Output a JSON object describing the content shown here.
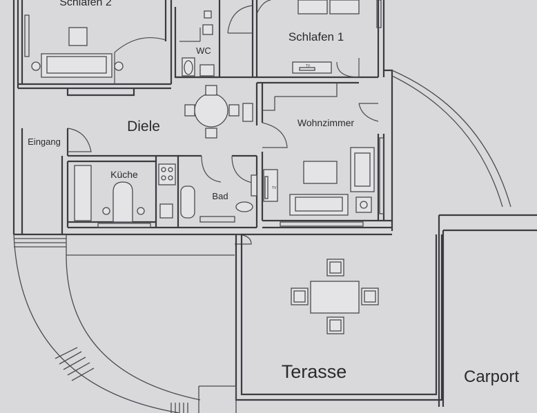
{
  "rooms": {
    "schlafen2": "Schlafen 2",
    "wc": "WC",
    "schlafen1": "Schlafen 1",
    "diele": "Diele",
    "eingang": "Eingang",
    "wohnzimmer": "Wohnzimmer",
    "kueche": "Küche",
    "bad": "Bad",
    "terasse": "Terasse",
    "carport": "Carport"
  },
  "tv_labels": {
    "schlafen1": "TV",
    "wohnzimmer": "TV"
  },
  "colors": {
    "paper": "#d9d9dc",
    "line": "#3a3a3f",
    "text": "#2a2a2e"
  }
}
